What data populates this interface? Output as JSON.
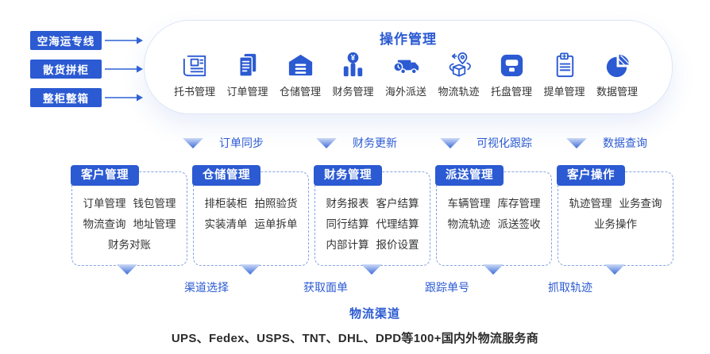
{
  "colors": {
    "accent": "#2B5AD2",
    "text_dark": "#333333",
    "dashed_border": "#85A3E5"
  },
  "sources": [
    "空海运专线",
    "散货拼柜",
    "整柜整箱"
  ],
  "operation": {
    "title": "操作管理",
    "modules": [
      {
        "icon": "newspaper-icon",
        "label": "托书管理"
      },
      {
        "icon": "documents-icon",
        "label": "订单管理"
      },
      {
        "icon": "warehouse-icon",
        "label": "仓储管理"
      },
      {
        "icon": "finance-bars-icon",
        "label": "财务管理"
      },
      {
        "icon": "truck-icon",
        "label": "海外派送"
      },
      {
        "icon": "package-location-icon",
        "label": "物流轨迹"
      },
      {
        "icon": "pallet-icon",
        "label": "托盘管理"
      },
      {
        "icon": "bill-document-icon",
        "label": "提单管理"
      },
      {
        "icon": "pie-chart-icon",
        "label": "数据管理"
      }
    ]
  },
  "mid_flow_labels": [
    "订单同步",
    "财务更新",
    "可视化跟踪",
    "数据查询"
  ],
  "panels": [
    {
      "title": "客户管理",
      "rows": [
        [
          "订单管理",
          "钱包管理"
        ],
        [
          "物流查询",
          "地址管理"
        ],
        [
          "财务对账"
        ]
      ]
    },
    {
      "title": "仓储管理",
      "rows": [
        [
          "排柜装柜",
          "拍照验货"
        ],
        [
          "实装清单",
          "运单拆单"
        ]
      ]
    },
    {
      "title": "财务管理",
      "rows": [
        [
          "财务报表",
          "客户结算"
        ],
        [
          "同行结算",
          "代理结算"
        ],
        [
          "内部计算",
          "报价设置"
        ]
      ]
    },
    {
      "title": "派送管理",
      "rows": [
        [
          "车辆管理",
          "库存管理"
        ],
        [
          "物流轨迹",
          "派送签收"
        ]
      ]
    },
    {
      "title": "客户操作",
      "rows": [
        [
          "轨迹管理",
          "业务查询"
        ],
        [
          "业务操作"
        ]
      ]
    }
  ],
  "bottom_flow_labels": [
    "渠道选择",
    "获取面单",
    "跟踪单号",
    "抓取轨迹"
  ],
  "channels": {
    "title": "物流渠道",
    "caption": "UPS、Fedex、USPS、TNT、DHL、DPD等100+国内外物流服务商"
  }
}
